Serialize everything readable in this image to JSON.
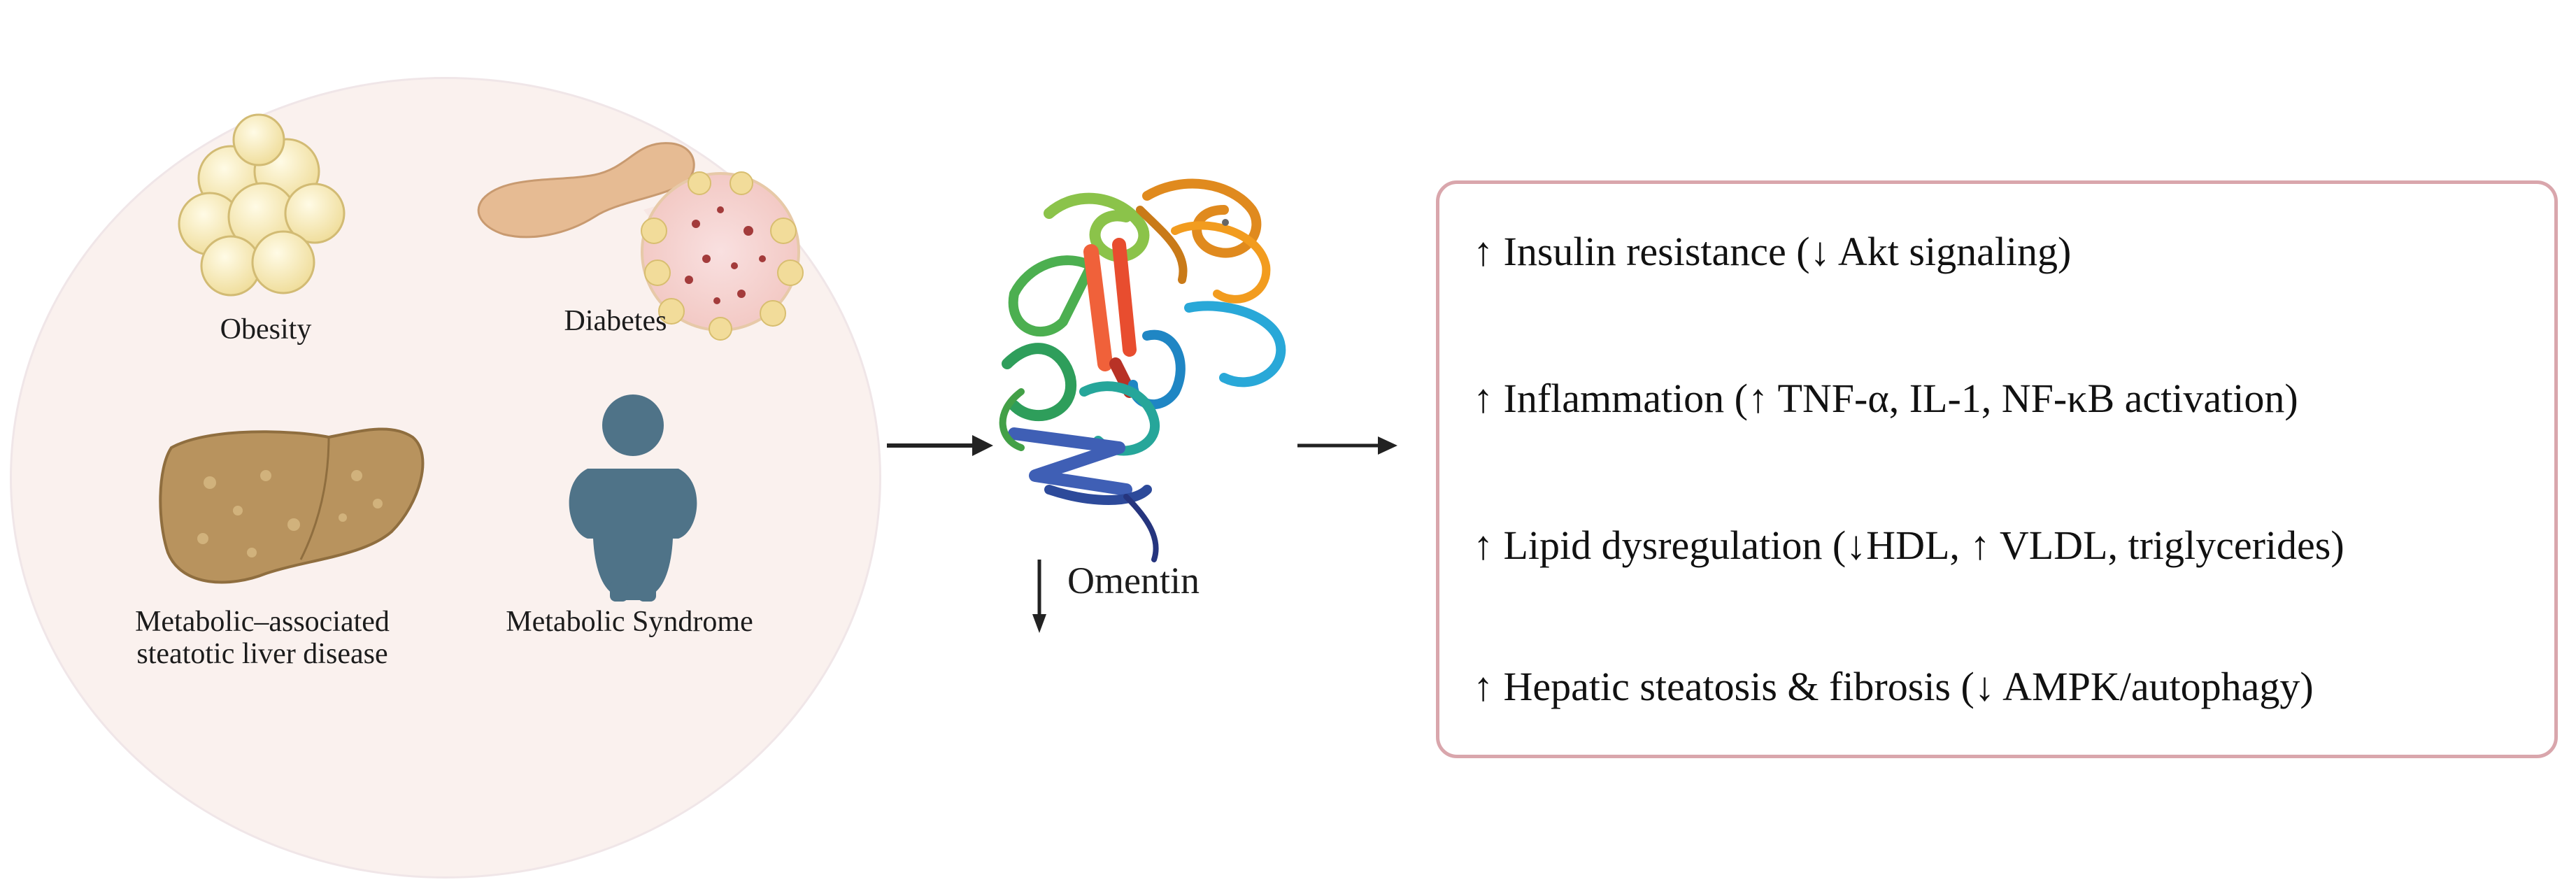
{
  "conditions": {
    "obesity": "Obesity",
    "diabetes": "Diabetes",
    "mald_line1": "Metabolic–associated",
    "mald_line2": "steatotic liver disease",
    "metabolic_syndrome": "Metabolic Syndrome"
  },
  "center": {
    "omentin_label": "Omentin"
  },
  "outcomes": [
    "↑ Insulin resistance (↓ Akt signaling)",
    "↑ Inflammation (↑ TNF-α, IL-1, NF-κB activation)",
    "↑ Lipid dysregulation (↓HDL, ↑ VLDL, triglycerides)",
    "↑ Hepatic steatosis & fibrosis (↓ AMPK/autophagy)"
  ],
  "colors": {
    "circle_fill": "#faf1ee",
    "box_border": "#d9a6ac",
    "person": "#4f7388",
    "liver": "#b8935e",
    "fat_cells": "#f6e9b4",
    "pancreas": "#e2b58e"
  },
  "icons": {
    "obesity": "fat-cells-cluster-icon",
    "diabetes": "pancreas-islet-icon",
    "liver": "fatty-liver-icon",
    "metabolic_syndrome": "obese-person-icon",
    "omentin": "protein-ribbon-structure-icon"
  }
}
